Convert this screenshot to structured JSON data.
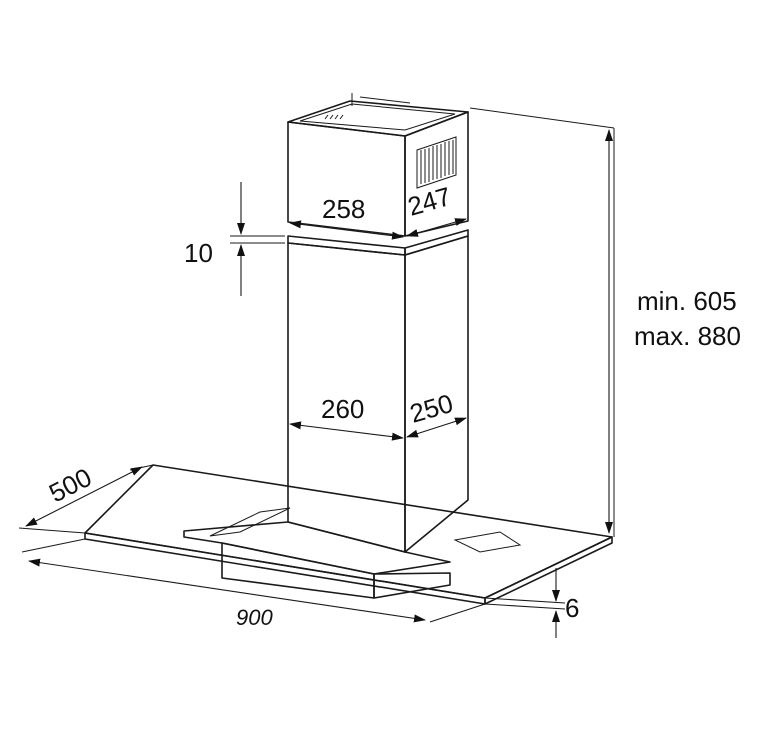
{
  "dimensions": {
    "upper_width": "258",
    "upper_depth": "247",
    "gap": "10",
    "lower_width": "260",
    "lower_depth": "250",
    "height_min": "min. 605",
    "height_max": "max. 880",
    "hood_depth": "500",
    "hood_width": "900",
    "glass_thickness": "6"
  }
}
